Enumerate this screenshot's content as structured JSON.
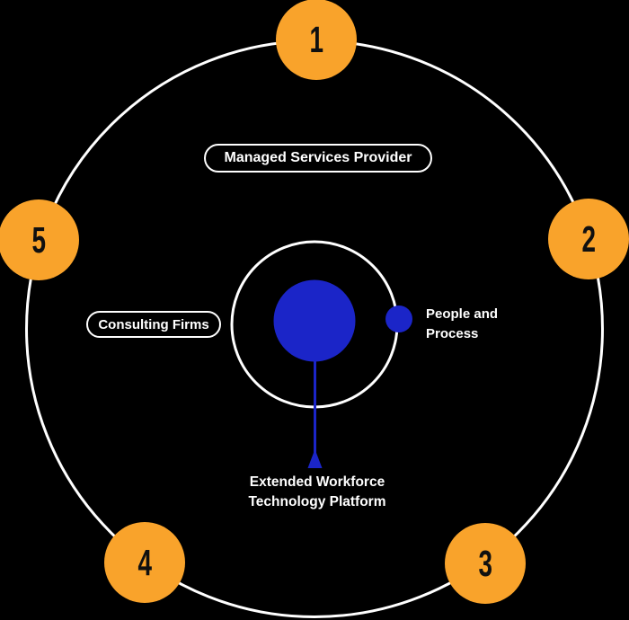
{
  "diagram": {
    "title_implicit": "Extended workforce ecosystem orbit diagram",
    "orbit_nodes": [
      {
        "number": "1",
        "position": "top"
      },
      {
        "number": "2",
        "position": "right"
      },
      {
        "number": "3",
        "position": "bottom-right"
      },
      {
        "number": "4",
        "position": "bottom-left"
      },
      {
        "number": "5",
        "position": "left"
      }
    ],
    "pills": {
      "managed_services": "Managed Services Provider",
      "consulting_firms": "Consulting Firms"
    },
    "satellite_label": {
      "line1": "People and",
      "line2": "Process"
    },
    "core_label": {
      "line1": "Extended Workforce",
      "line2": "Technology Platform"
    },
    "colors": {
      "background": "#000000",
      "ring_stroke": "#FFFFFF",
      "node_fill": "#F9A32B",
      "node_number": "#101010",
      "core_blue": "#1B25C8",
      "label_text": "#FFFFFF"
    }
  }
}
